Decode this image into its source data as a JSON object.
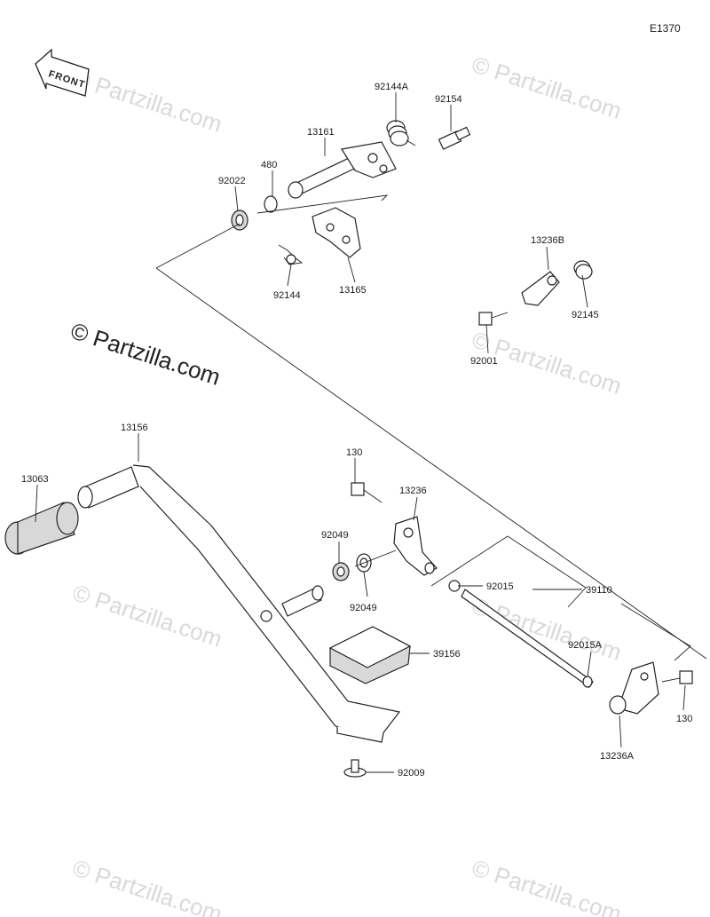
{
  "diagram_code": "E1370",
  "front_label": "FRONT",
  "watermark_main": "© Partzilla.com",
  "watermark_faint": "© Partzilla.com",
  "parts": {
    "p92144A": "92144A",
    "p92154": "92154",
    "p13161": "13161",
    "p480": "480",
    "p92022": "92022",
    "p92144": "92144",
    "p13165": "13165",
    "p13236B": "13236B",
    "p92145": "92145",
    "p92001": "92001",
    "p13156": "13156",
    "p13063": "13063",
    "p130a": "130",
    "p13236": "13236",
    "p92049a": "92049",
    "p92049b": "92049",
    "p92015": "92015",
    "p39110": "39110",
    "p92015A": "92015A",
    "p39156": "39156",
    "p130b": "130",
    "p13236A": "13236A",
    "p92009": "92009"
  }
}
